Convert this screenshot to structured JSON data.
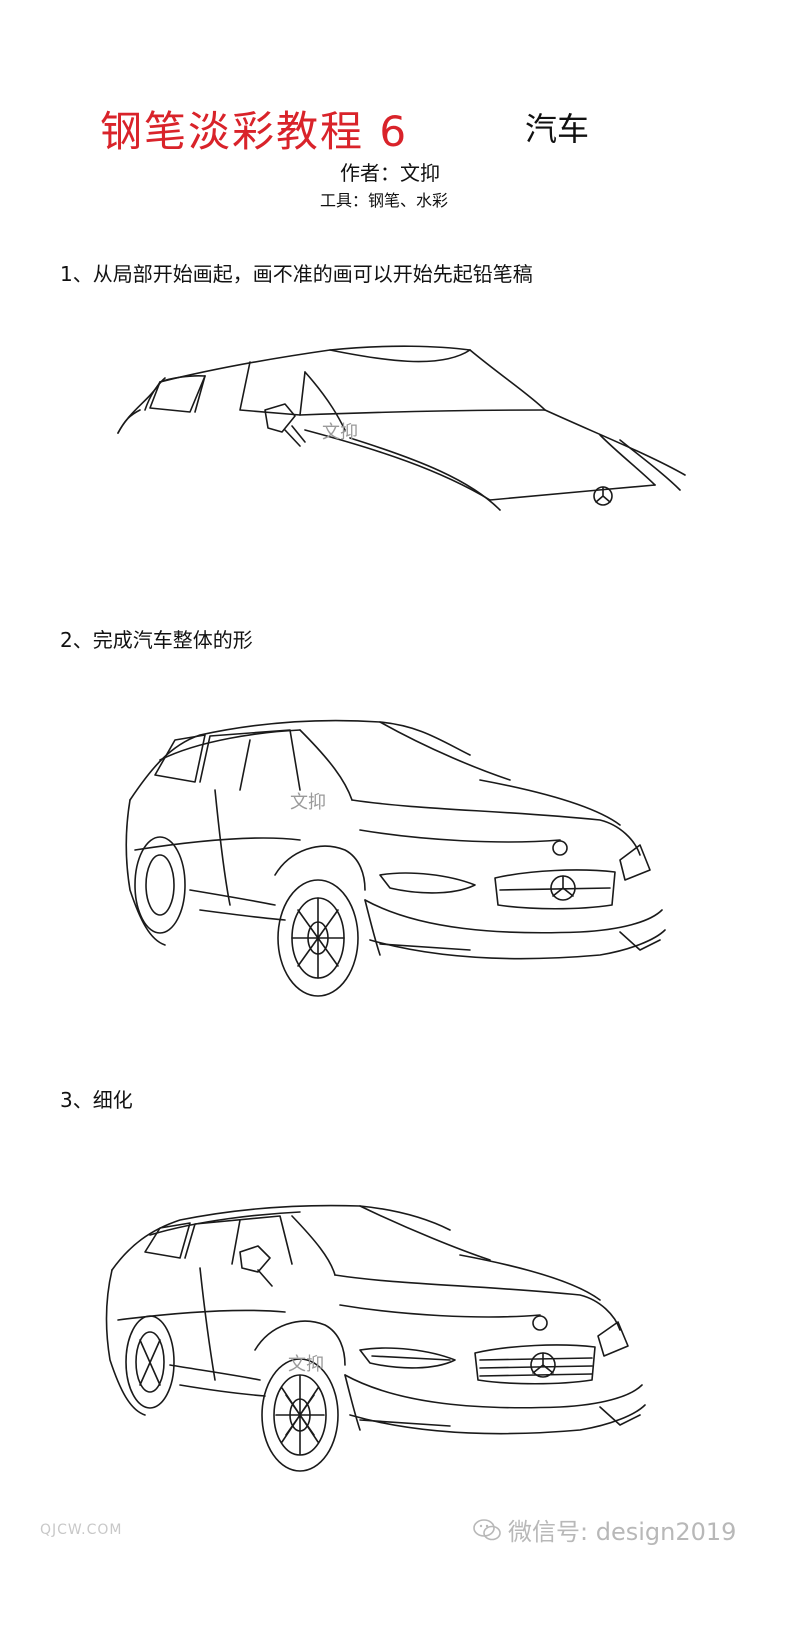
{
  "header": {
    "title": "钢笔淡彩教程 6",
    "subject": "汽车",
    "author": "作者：文抑",
    "tools": "工具：钢笔、水彩"
  },
  "steps": [
    {
      "label": "1、从局部开始画起，画不准的画可以开始先起铅笔稿",
      "signature": "文抑"
    },
    {
      "label": "2、完成汽车整体的形",
      "signature": "文抑"
    },
    {
      "label": "3、细化",
      "signature": "文抑"
    }
  ],
  "watermarks": {
    "left": "QJCW.COM",
    "right": "微信号: design2019",
    "right_icon": "wechat-icon"
  },
  "colors": {
    "title": "#d9232a",
    "ink": "#1a1a1a",
    "watermark": "#b8b8b8"
  }
}
